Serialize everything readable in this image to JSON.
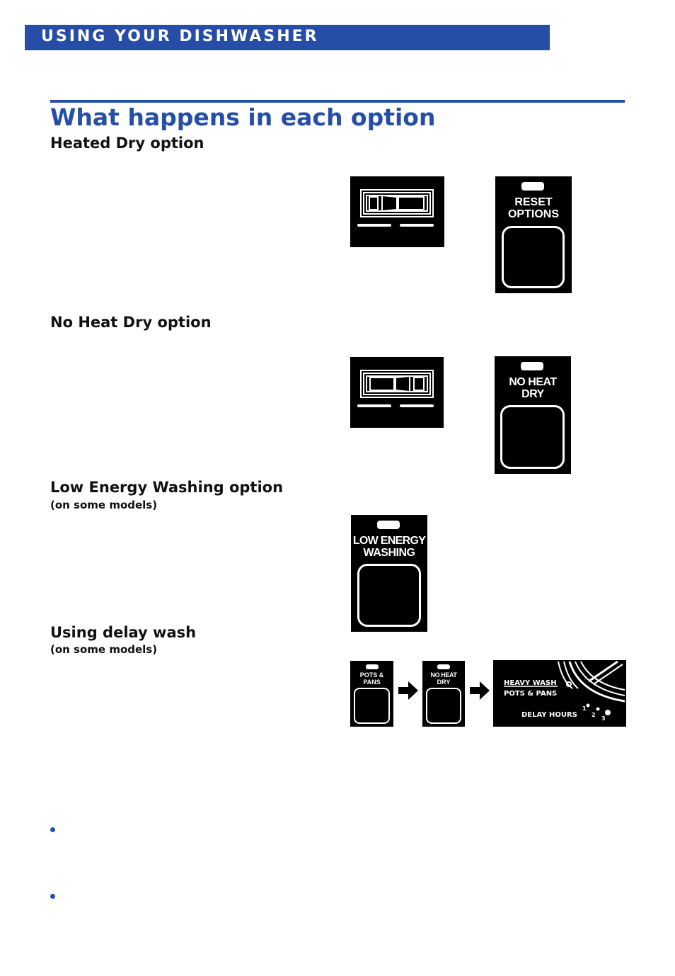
{
  "header": {
    "section_title": "USING YOUR DISHWASHER"
  },
  "page": {
    "title": "What happens in each option"
  },
  "sections": {
    "heated_dry": {
      "heading": "Heated Dry option"
    },
    "no_heat_dry": {
      "heading": "No Heat Dry option"
    },
    "low_energy": {
      "heading": "Low Energy Washing option",
      "note": "(on some models)"
    },
    "delay_wash": {
      "heading": "Using delay wash",
      "note": "(on some models)"
    }
  },
  "panels": {
    "reset_options": {
      "line1": "RESET",
      "line2": "OPTIONS"
    },
    "no_heat_dry": {
      "line1": "NO HEAT",
      "line2": "DRY"
    },
    "low_energy": {
      "line1": "LOW ENERGY",
      "line2": "WASHING"
    },
    "delay_pots": {
      "line1": "POTS &",
      "line2": "PANS"
    },
    "delay_noheat": {
      "line1": "NO HEAT",
      "line2": "DRY"
    },
    "delay_dial": {
      "heavy": "HEAVY WASH",
      "pots": "POTS & PANS",
      "delay": "DELAY HOURS",
      "h1": "1",
      "h2": "2",
      "h3": "3"
    }
  },
  "colors": {
    "accent": "#264ea6",
    "panel": "#000000"
  }
}
